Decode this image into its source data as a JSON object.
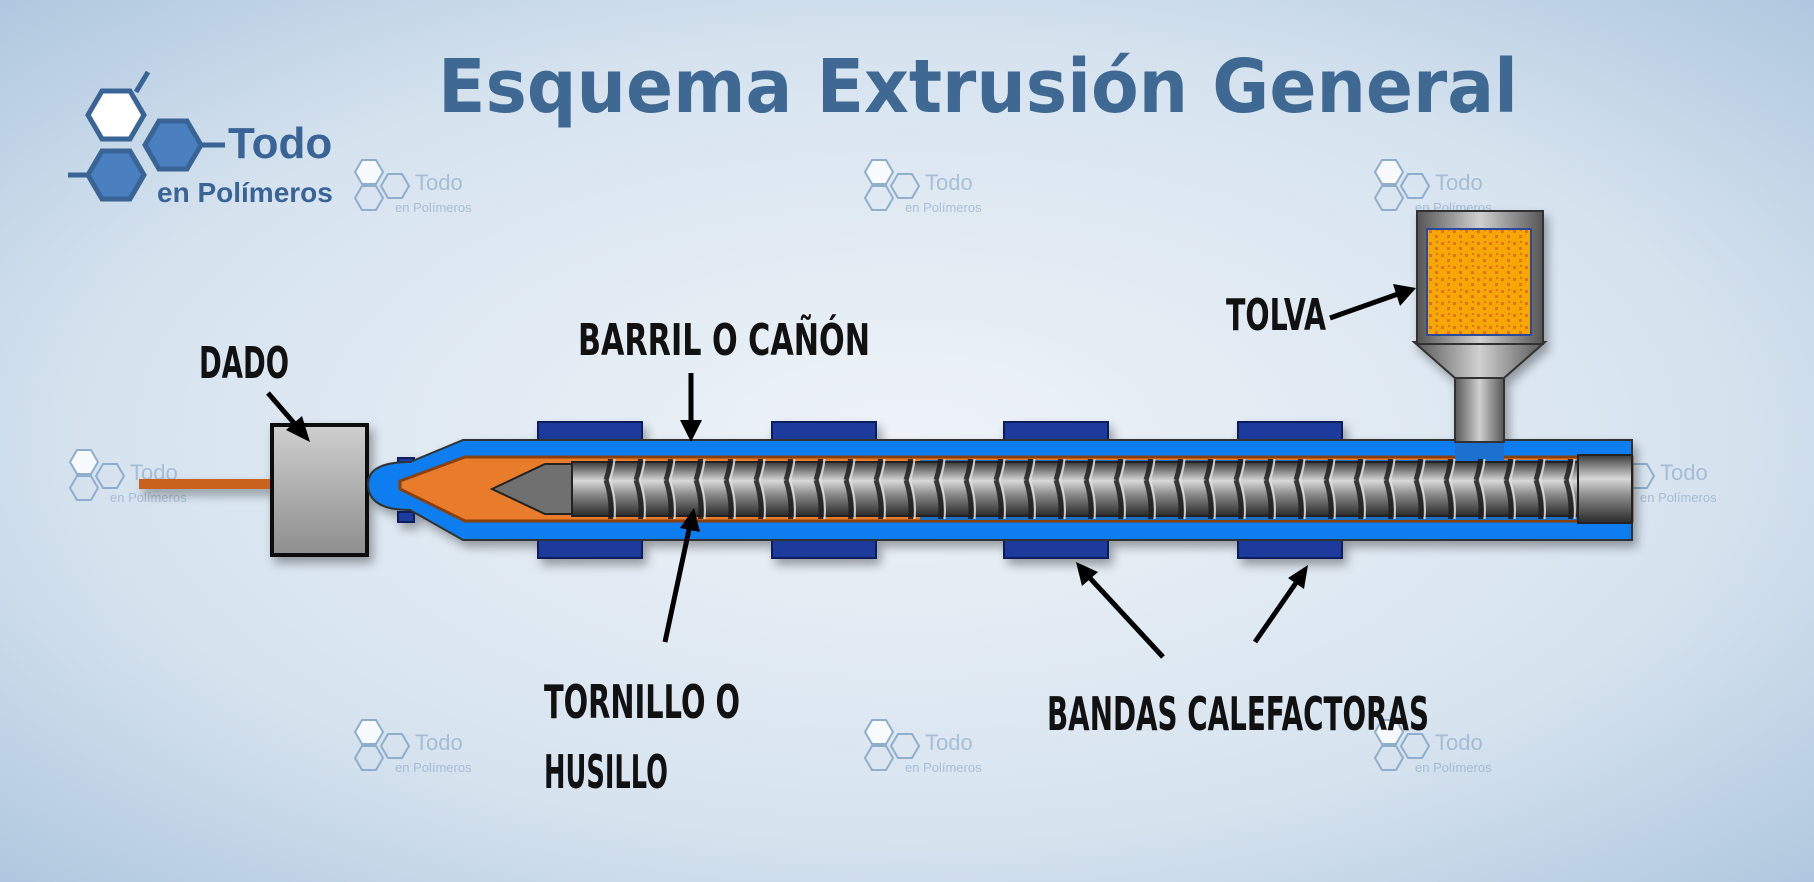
{
  "title": "Esquema Extrusión General",
  "logo": {
    "line1": "Todo",
    "line2": "en Polímeros"
  },
  "watermark": {
    "line1": "Todo",
    "line2": "en Polímeros"
  },
  "labels": {
    "dado": "DADO",
    "barril": "BARRIL O CAÑÓN",
    "tolva": "TOLVA",
    "tornillo_line1": "TORNILLO O",
    "tornillo_line2": "HUSILLO",
    "bandas": "BANDAS CALEFACTORAS"
  },
  "colors": {
    "title": "#3f6893",
    "barrel": "#0a7df0",
    "heater_band": "#1c3a9c",
    "melt": "#e87c2c",
    "pellets": "#f7a800",
    "screw": "#7a7a7a",
    "die": "#b8b8b8"
  }
}
